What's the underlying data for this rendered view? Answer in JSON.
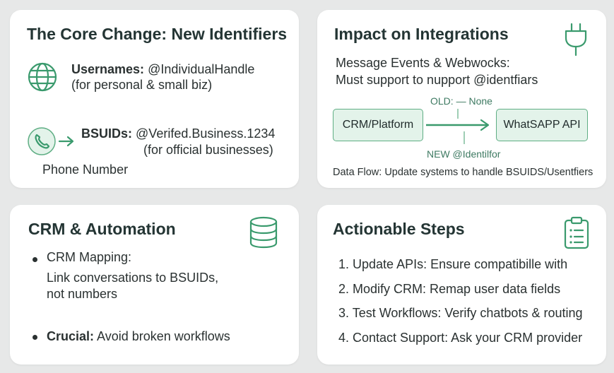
{
  "core_change": {
    "title": "The Core Change: New Identifiers",
    "usernames_label": "Usernames:",
    "usernames_value": "@IndividualHandle",
    "usernames_note": "(for personal & small biz)",
    "bsuids_label": "BSUIDs:",
    "bsuids_value": "@Verifed.Business.1234",
    "bsuids_note": "(for official businesses)",
    "phone_label": "Phone Number",
    "icons": [
      "globe-icon",
      "phone-icon",
      "arrow-right-icon"
    ]
  },
  "integrations": {
    "title": "Impact on Integrations",
    "line1": "Message Events & Webwocks:",
    "line2": "Must support to nupport @identfiars",
    "old_label": "OLD: — None",
    "new_label": "NEW @Identilfor",
    "left_box": "CRM/Platform",
    "right_box": "WhatSAPP API",
    "footer": "Data Flow: Update systems to handle BSUIDS/Usentfiers",
    "icons": [
      "plug-icon"
    ]
  },
  "crm": {
    "title": "CRM & Automation",
    "bullet1_label": "CRM Mapping:",
    "bullet1_line2": "Link conversations to BSUIDs,",
    "bullet1_line3": "not numbers",
    "bullet2_label": "Crucial:",
    "bullet2_value": "Avoid broken workflows",
    "icons": [
      "database-icon"
    ]
  },
  "steps": {
    "title": "Actionable Steps",
    "items": [
      "1. Update APIs: Ensure compatibille with",
      "2. Modify CRM: Remap user data fields",
      "3. Test Workflows: Verify chatbots & routing",
      "4. Contact Support: Ask your CRM provider"
    ],
    "icons": [
      "clipboard-icon"
    ]
  },
  "colors": {
    "accent": "#3a9a6d",
    "box_fill": "#e3f3ea",
    "background": "#e7e8e8",
    "card": "#ffffff"
  }
}
